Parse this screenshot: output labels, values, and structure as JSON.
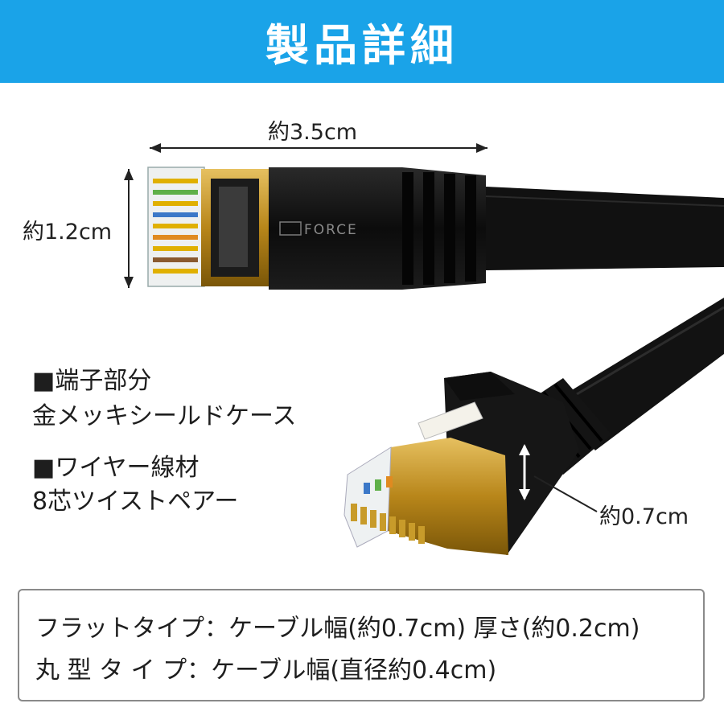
{
  "header": {
    "title": "製品詳細"
  },
  "dimensions": {
    "length": "約3.5cm",
    "height": "約1.2cm",
    "thickness": "約0.7cm"
  },
  "connector": {
    "brand": "FORCE"
  },
  "features": {
    "terminal_heading": "■端子部分",
    "terminal_text": "金メッキシールドケース",
    "wire_heading": "■ワイヤー線材",
    "wire_text": "8芯ツイストペアー"
  },
  "specs": {
    "flat": "フラットタイプ：ケーブル幅(約0.7cm) 厚さ(約0.2cm)",
    "round": "丸 型 タ イ プ：ケーブル幅(直径約0.4cm)"
  },
  "colors": {
    "header": "#1aa3e8",
    "gold": "#c8951e",
    "cable": "#121212"
  }
}
